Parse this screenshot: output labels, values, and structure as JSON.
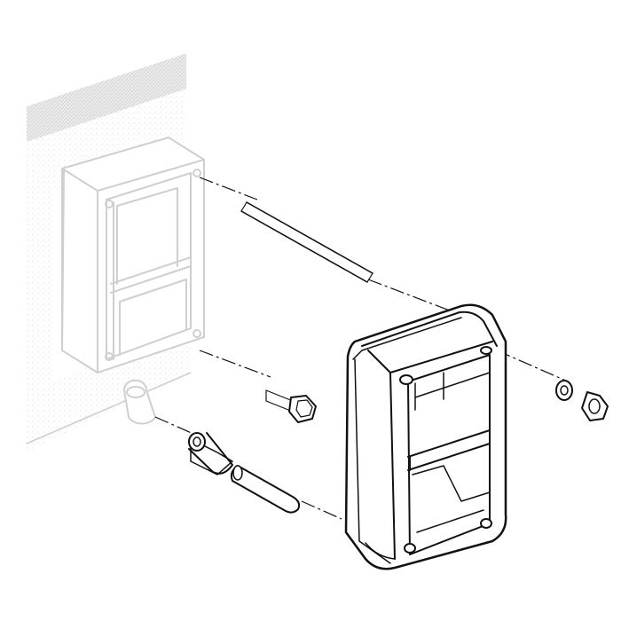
{
  "diagram": {
    "kind": "exploded-assembly",
    "line_color": "#111111",
    "ghost_color": "#cfcfcf",
    "parts": [
      {
        "name": "mounted-frame",
        "state": "installed"
      },
      {
        "name": "threaded-rod"
      },
      {
        "name": "hex-bolt"
      },
      {
        "name": "spacer-sleeve"
      },
      {
        "name": "pin"
      },
      {
        "name": "flat-washer"
      },
      {
        "name": "hex-nut"
      },
      {
        "name": "frame-bracket",
        "state": "exploded"
      }
    ]
  }
}
